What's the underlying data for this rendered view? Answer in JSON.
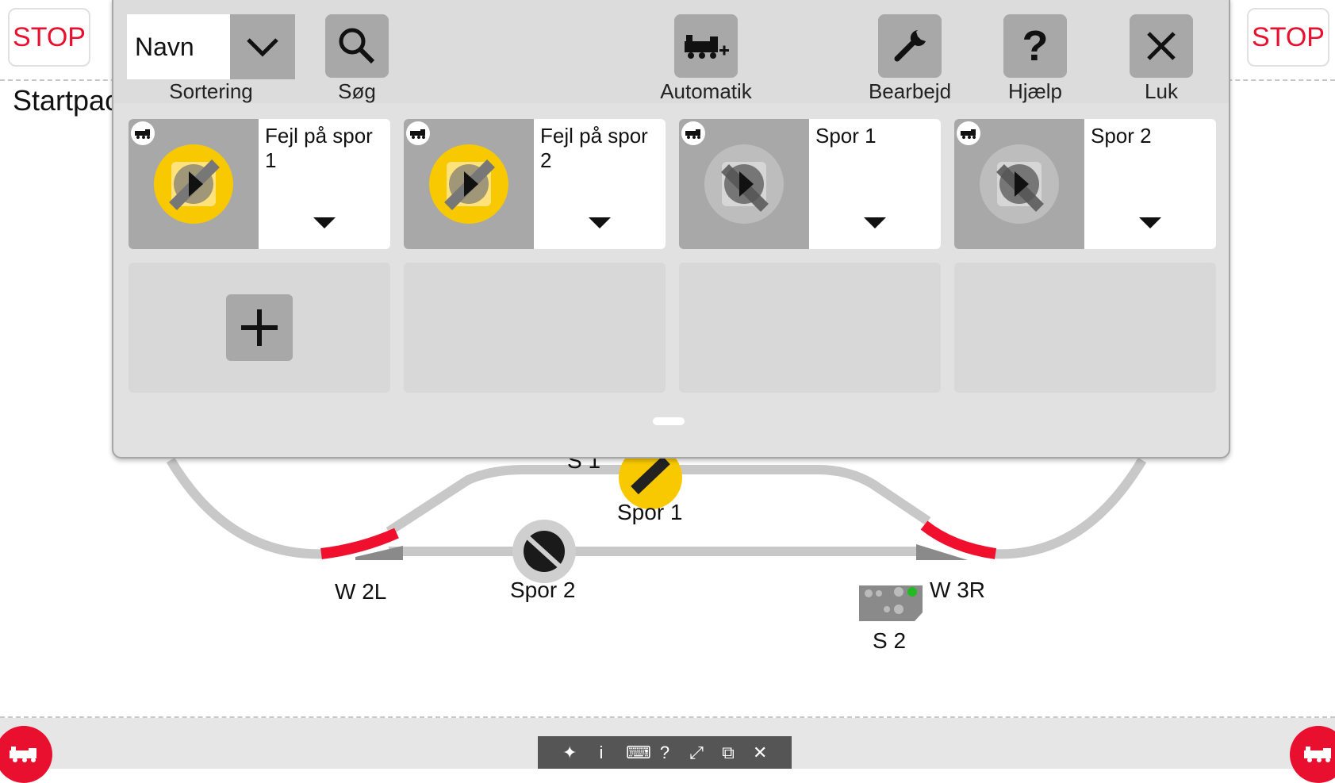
{
  "stop_left": "STOP",
  "stop_right": "STOP",
  "page_title": "Startpac",
  "layout_labels": {
    "s1": "S 1",
    "spor1": "Spor 1",
    "spor2": "Spor 2",
    "w2l": "W 2L",
    "w3r": "W 3R",
    "s2": "S 2"
  },
  "dialog": {
    "sort_value": "Navn",
    "sort_label": "Sortering",
    "search_label": "Søg",
    "automatik_label": "Automatik",
    "edit_label": "Bearbejd",
    "help_label": "Hjælp",
    "close_label": "Luk",
    "cards": [
      {
        "title": "Fejl på spor 1",
        "state": "active"
      },
      {
        "title": "Fejl på spor 2",
        "state": "active"
      },
      {
        "title": "Spor 1",
        "state": "inactive"
      },
      {
        "title": "Spor 2",
        "state": "inactive"
      }
    ]
  },
  "colors": {
    "stop_red": "#e8102e",
    "active_yellow": "#f9c900",
    "button_gray": "#a8a8a8",
    "switch_red": "#f0102e"
  },
  "mini_toolbar_icons": [
    "pin-icon",
    "info-icon",
    "keyboard-icon",
    "help-icon",
    "expand-icon",
    "resize-icon",
    "close-icon"
  ]
}
